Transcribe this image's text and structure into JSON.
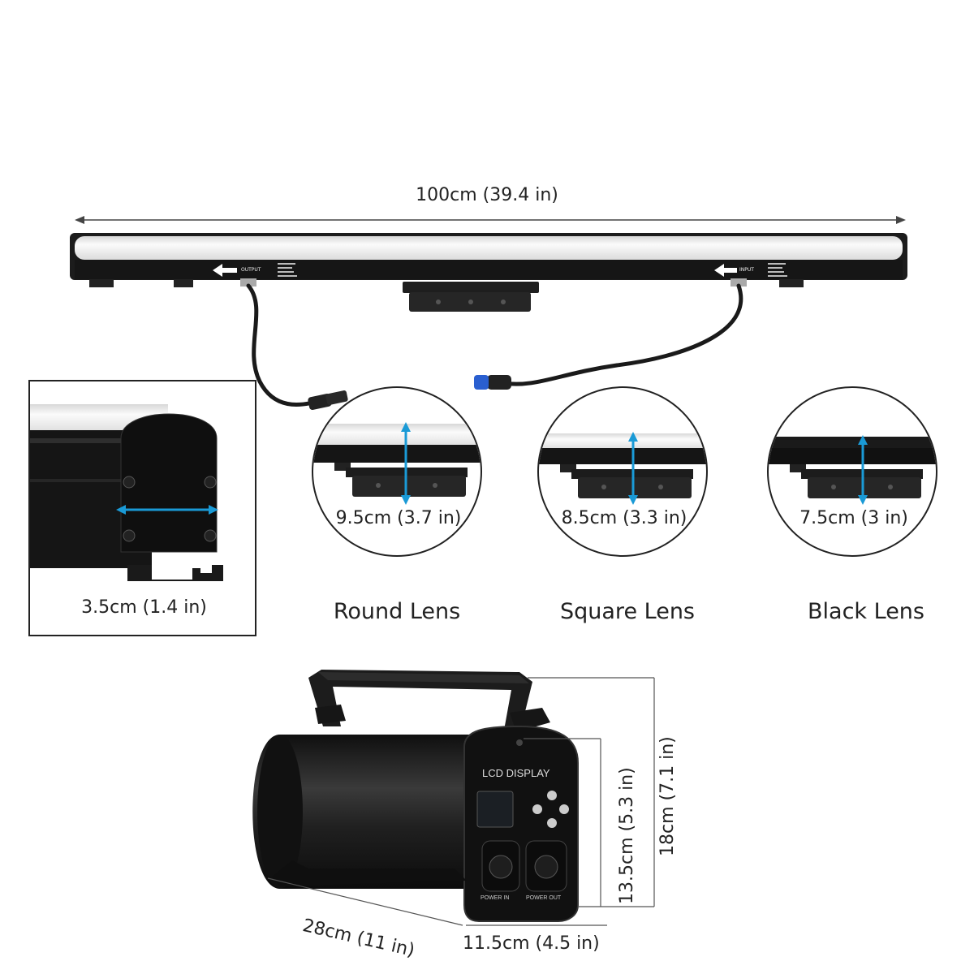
{
  "bar": {
    "length_label": "100cm (39.4 in)",
    "output_label": "OUTPUT",
    "input_label": "INPUT"
  },
  "end_cap": {
    "width_label": "3.5cm (1.4 in)"
  },
  "lenses": [
    {
      "height_label": "9.5cm (3.7 in)",
      "name": "Round Lens"
    },
    {
      "height_label": "8.5cm (3.3 in)",
      "name": "Square Lens"
    },
    {
      "height_label": "7.5cm (3 in)",
      "name": "Black Lens"
    }
  ],
  "controller": {
    "display_label": "LCD DISPLAY",
    "power_in_label": "POWER IN",
    "power_out_label": "POWER OUT",
    "length_label": "28cm (11 in)",
    "width_label": "11.5cm (4.5 in)",
    "body_height_label": "13.5cm (5.3 in)",
    "total_height_label": "18cm (7.1 in)"
  },
  "colors": {
    "accent_arrow": "#1a9ad6",
    "dimension_line": "#444444",
    "product_black": "#1b1b1b",
    "diffuser": "#f1f1f1"
  }
}
